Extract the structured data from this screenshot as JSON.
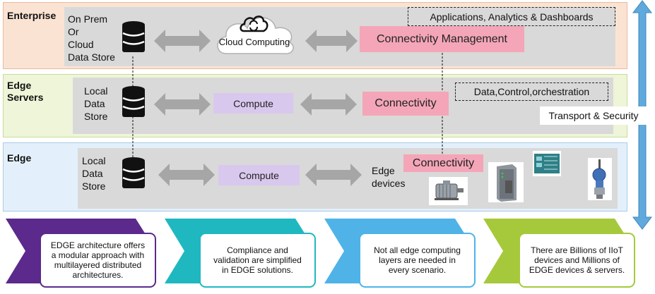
{
  "layers": {
    "enterprise": {
      "title": "Enterprise",
      "store_label": "On Prem\nOr\nCloud\nData Store",
      "cloud_label": "Cloud Computing",
      "connectivity_label": "Connectivity Management",
      "apps_label": "Applications, Analytics & Dashboards"
    },
    "edge_servers": {
      "title": "Edge\nServers",
      "store_label": "Local\nData\nStore",
      "compute_label": "Compute",
      "connectivity_label": "Connectivity",
      "data_label": "Data,Control,orchestration"
    },
    "edge": {
      "title": "Edge",
      "store_label": "Local\nData\nStore",
      "compute_label": "Compute",
      "devices_label": "Edge\ndevices",
      "connectivity_label": "Connectivity"
    }
  },
  "transport_label": "Transport & Security",
  "callouts": [
    {
      "text": "EDGE architecture offers\na modular approach with\nmultilayered distributed\narchitectures.",
      "color": "#5b2a8c"
    },
    {
      "text": "Compliance and\nvalidation are simplified\nin EDGE solutions.",
      "color": "#1fb8c0"
    },
    {
      "text": "Not all edge computing\nlayers are needed in\nevery scenario.",
      "color": "#4fb3e8"
    },
    {
      "text": "There are Billions of IIoT\ndevices and Millions of\nEDGE devices & servers.",
      "color": "#a6c93c"
    }
  ],
  "colors": {
    "enterprise_bg": "#fbe3d3",
    "edge_servers_bg": "#eef5d8",
    "edge_bg": "#e3f0fb",
    "inner_box": "#d9d9d9",
    "connectivity": "#f4a6b8",
    "compute": "#d9c8ee",
    "arrow": "#a6a6a6",
    "transport_arrow": "#5fa9dc"
  },
  "icons": [
    "database-icon",
    "cloud-sync-icon",
    "motor-icon",
    "controller-icon",
    "hmi-panel-icon",
    "transmitter-icon"
  ]
}
